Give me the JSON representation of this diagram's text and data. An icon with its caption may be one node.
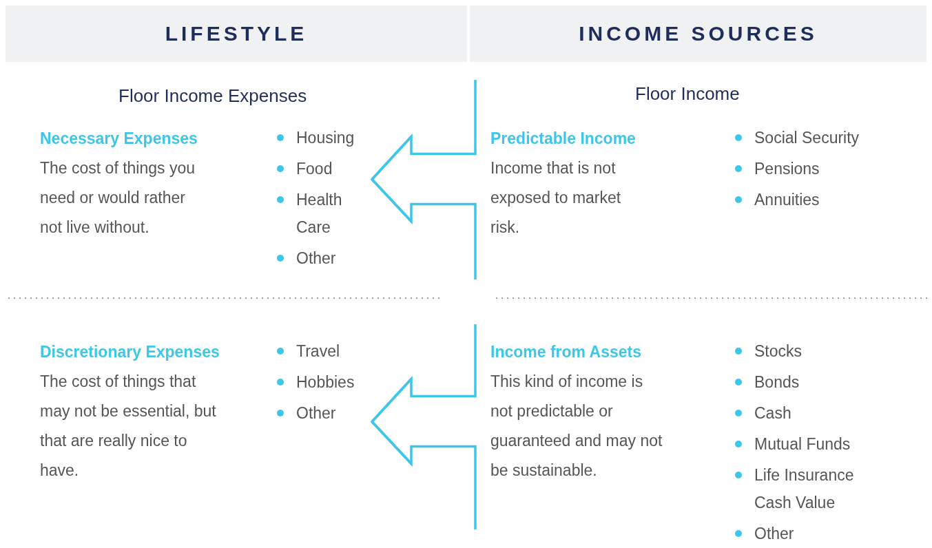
{
  "diagram": {
    "nodes": [
      {
        "text": [
          "LIFESTYLE"
        ]
      },
      {
        "text": [
          "INCOME SOURCES"
        ]
      },
      {
        "text": [
          "Floor Income Expenses",
          "Necessary Expenses",
          "The cost of things you need or would rather not live without.",
          "Housing",
          "Food",
          "Health Care",
          "Other"
        ]
      },
      {
        "text": [
          "Floor Income",
          "Predictable Income",
          "Income that is not exposed to market risk.",
          "Social Security",
          "Pensions",
          "Annuities"
        ]
      },
      {
        "text": [
          "Discretionary Expenses",
          "The cost of things that may not be essential, but that are really nice to have.",
          "Travel",
          "Hobbies",
          "Other"
        ]
      },
      {
        "text": [
          "Income from Assets",
          "This kind of income is not predictable or guaranteed and may not be sustainable.",
          "Stocks",
          "Bonds",
          "Cash",
          "Mutual Funds",
          "Life Insurance Cash Value",
          "Other"
        ]
      }
    ],
    "edges": [
      {
        "from": 3,
        "to": 2,
        "arrow": "to"
      },
      {
        "from": 5,
        "to": 4,
        "arrow": "to"
      }
    ]
  }
}
